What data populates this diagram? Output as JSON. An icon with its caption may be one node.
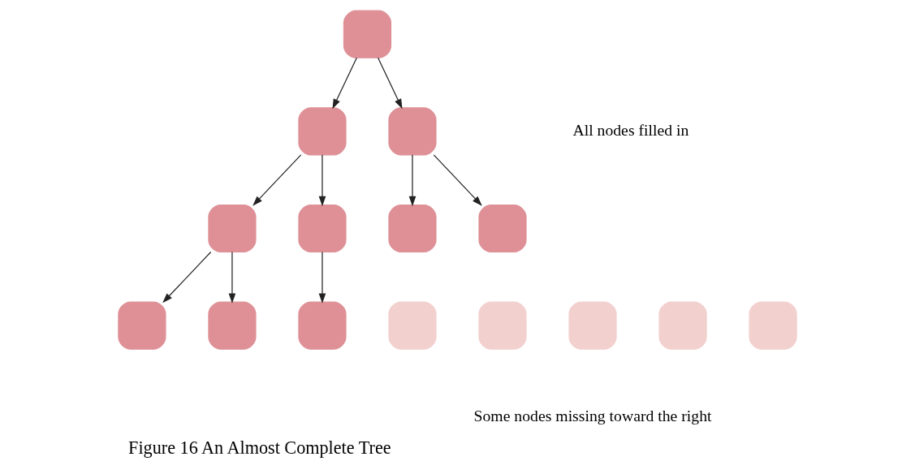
{
  "diagram": {
    "caption": "Figure 16 An Almost Complete Tree",
    "nodes": [
      {
        "text": [],
        "shape": "box"
      },
      {
        "text": [],
        "shape": "box"
      },
      {
        "text": [],
        "shape": "box"
      },
      {
        "text": [],
        "shape": "box"
      },
      {
        "text": [],
        "shape": "box"
      },
      {
        "text": [],
        "shape": "box"
      },
      {
        "text": [],
        "shape": "box"
      },
      {
        "text": [],
        "shape": "box"
      },
      {
        "text": [],
        "shape": "box"
      },
      {
        "text": [],
        "shape": "box"
      },
      {
        "text": [],
        "shape": "box"
      },
      {
        "text": [],
        "shape": "box"
      },
      {
        "text": [],
        "shape": "box"
      },
      {
        "text": [],
        "shape": "box"
      },
      {
        "text": [],
        "shape": "box"
      }
    ],
    "edges": [
      {
        "from": 0,
        "to": 1,
        "arrow": "to"
      },
      {
        "from": 0,
        "to": 2,
        "arrow": "to"
      },
      {
        "from": 1,
        "to": 3,
        "arrow": "to"
      },
      {
        "from": 1,
        "to": 4,
        "arrow": "to"
      },
      {
        "from": 2,
        "to": 5,
        "arrow": "to"
      },
      {
        "from": 2,
        "to": 6,
        "arrow": "to"
      },
      {
        "from": 3,
        "to": 7,
        "arrow": "to"
      },
      {
        "from": 3,
        "to": 8,
        "arrow": "to"
      },
      {
        "from": 4,
        "to": 9,
        "arrow": "to"
      }
    ],
    "labels": [
      "All nodes filled in",
      "Some nodes missing toward the right"
    ]
  }
}
